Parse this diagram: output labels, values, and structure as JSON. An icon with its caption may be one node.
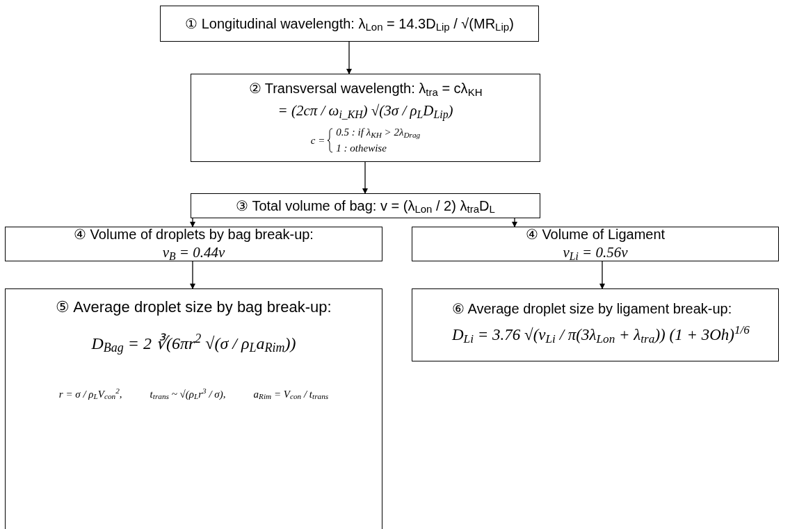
{
  "diagram": {
    "nodes": [
      {
        "text": [
          "① Longitudinal wavelength: λ$_{Lon}$ = 14.3D$_{Lip}$ / √(MR$_{Lip}$)"
        ]
      },
      {
        "text": [
          "② Transversal wavelength: λ$_{tra}$ = cλ$_{KH}$",
          "= (2cπ / ω$_{i_KH}$) √(3σ / ρ$_{L}$D$_{Lip}$)",
          "c =",
          "0.5 : *if* λ$_{KH}$ > 2λ$_{Drag}$",
          "1 : *othewise*"
        ]
      },
      {
        "text": [
          "③ Total volume of bag: v = (λ$_{Lon}$ / 2) λ$_{tra}$D$_{L}$"
        ]
      },
      {
        "text": [
          "④ Volume of droplets by bag break-up:",
          "v$_{B}$ = 0.44v"
        ]
      },
      {
        "text": [
          "④ Volume of Ligament",
          "v$_{Li}$ = 0.56v"
        ]
      },
      {
        "text": [
          "⑤ Average droplet size by bag break-up:",
          "D$_{Bag}$ = 2 ∛(6πr$^{2}$ √(σ / ρ$_{L}$a$_{Rim}$))",
          "r = σ / ρ$_{L}$V$_{con}$$^{2}$,",
          "t$_{trans}$ ~ √(ρ$_{L}$r$^{3}$ / σ),",
          "a$_{Rim}$ = V$_{con}$ / t$_{trans}$"
        ]
      },
      {
        "text": [
          "⑥ Average droplet size by ligament break-up:",
          "D$_{Li}$ = 3.76 √(v$_{Li}$ / π(3λ$_{Lon}$ + λ$_{tra}$)) (1 + 3Oh)$^{1/6}$"
        ]
      }
    ],
    "edges": [
      {
        "from": 0,
        "to": 1,
        "arrow": "to"
      },
      {
        "from": 1,
        "to": 2,
        "arrow": "to"
      },
      {
        "from": 2,
        "to": 3,
        "arrow": "to"
      },
      {
        "from": 2,
        "to": 4,
        "arrow": "to"
      },
      {
        "from": 3,
        "to": 5,
        "arrow": "to"
      },
      {
        "from": 4,
        "to": 6,
        "arrow": "to"
      }
    ]
  }
}
